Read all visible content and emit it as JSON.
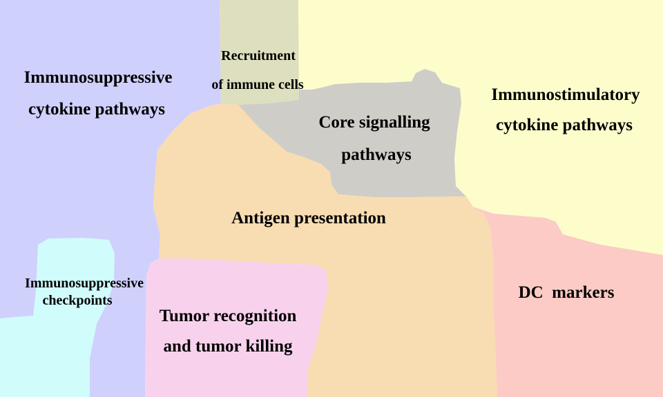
{
  "regions": {
    "immunosuppressive_cytokines": {
      "line1": "Immunosuppressive",
      "line2": "cytokine pathways",
      "color": "#d0d0fc"
    },
    "recruitment": {
      "line1": "Recruitment",
      "line2": "of immune cells",
      "color": "#dedfbf"
    },
    "immunostimulatory_cytokines": {
      "line1": "Immunostimulatory",
      "line2": "cytokine pathways",
      "color": "#fdfdcc"
    },
    "core_signalling": {
      "line1": "Core signalling",
      "line2": "pathways",
      "color": "#cfcdc8"
    },
    "antigen_presentation": {
      "line1": "Antigen presentation",
      "color": "#f8dcb2"
    },
    "immunosuppressive_checkpoints": {
      "line1": "Immunosuppressive",
      "line2": "checkpoints",
      "color": "#d0fcfc"
    },
    "tumor_recognition": {
      "line1": "Tumor recognition",
      "line2": "and tumor killing",
      "color": "#f8d2ec"
    },
    "dc_markers": {
      "line1": "DC  markers",
      "color": "#fccbc5"
    }
  }
}
